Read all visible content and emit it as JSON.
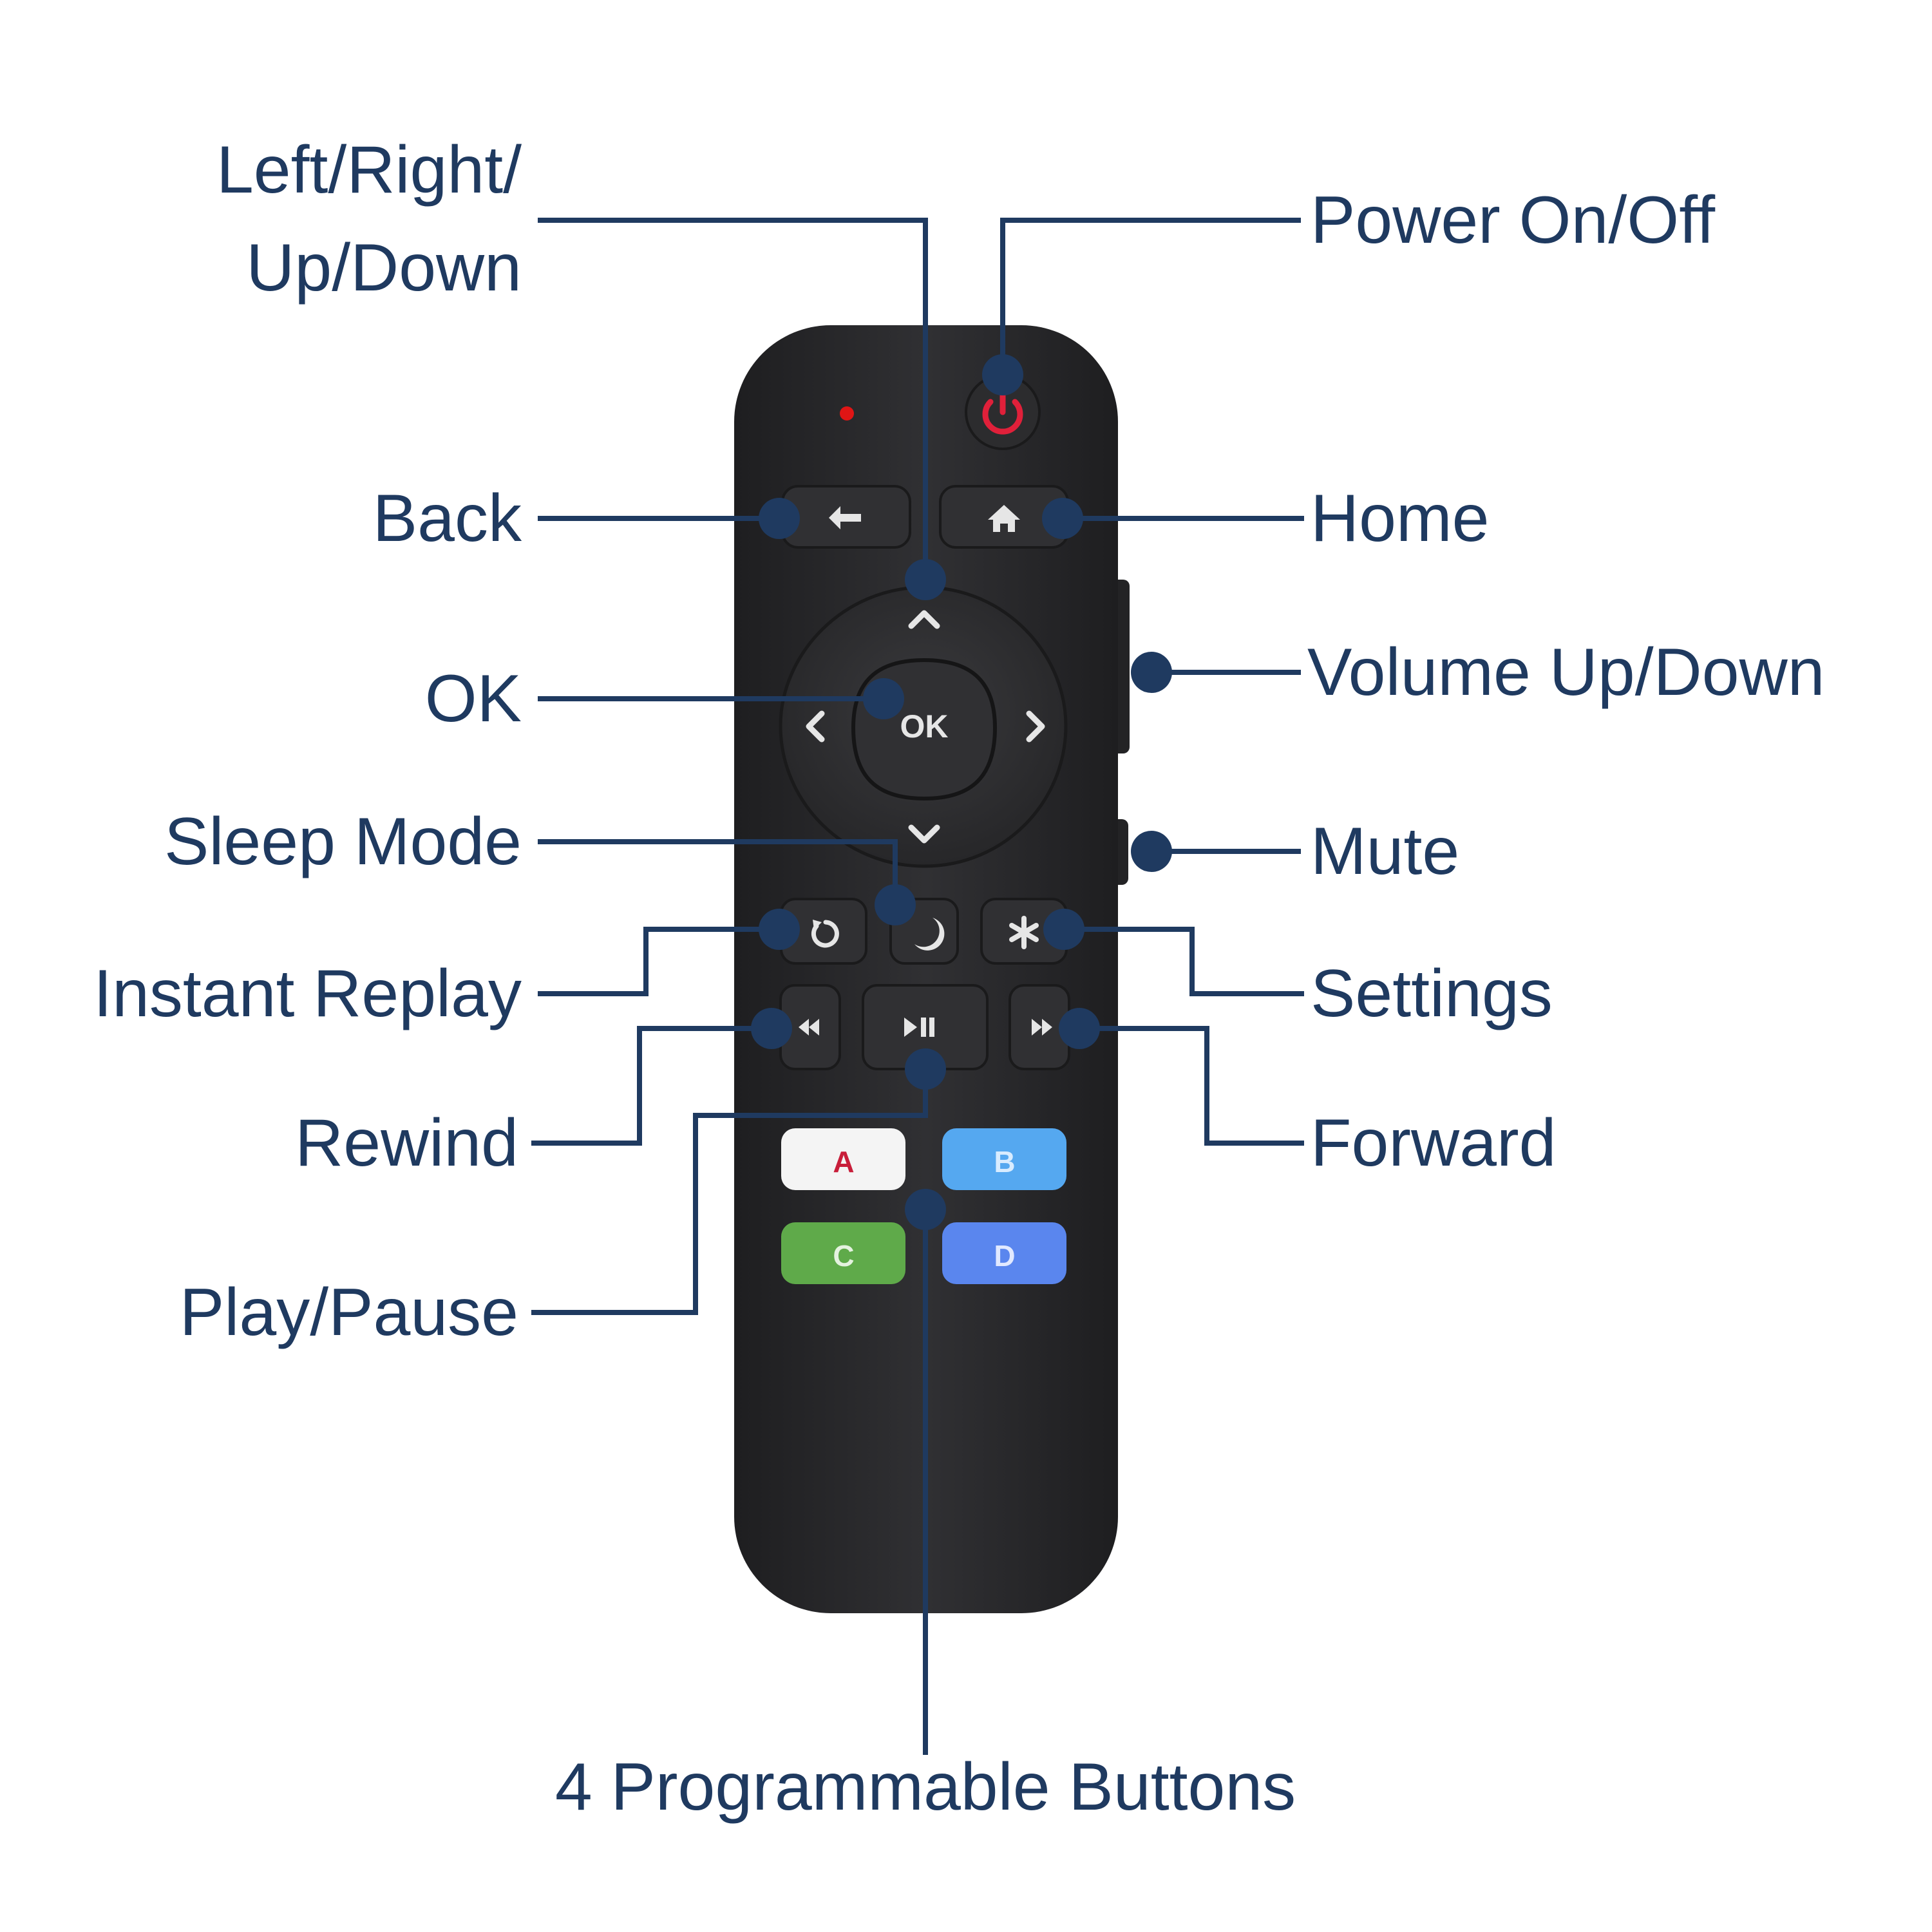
{
  "colors": {
    "label": "#1f3a60",
    "leader_line": "#1f3a60",
    "remote_body": "#2b2b2d",
    "button": "#303033",
    "power_icon": "#e0203a",
    "indicator_led": "#e01515",
    "key_a": "#f4f4f4",
    "key_b": "#55a8f0",
    "key_c": "#5faa4a",
    "key_d": "#5a86ee",
    "key_a_text": "#c81e3a",
    "key_b_text": "#d8ecff",
    "key_c_text": "#e4f2df",
    "key_d_text": "#e1e9ff",
    "button_glyph": "#e6e6e6"
  },
  "labels": {
    "nav_line1": "Left/Right/",
    "nav_line2": "Up/Down",
    "power": "Power On/Off",
    "back": "Back",
    "home": "Home",
    "volume": "Volume Up/Down",
    "ok": "OK",
    "sleep": "Sleep Mode",
    "mute": "Mute",
    "replay": "Instant Replay",
    "settings": "Settings",
    "rewind": "Rewind",
    "forward": "Forward",
    "play_pause": "Play/Pause",
    "programmable": "4 Programmable Buttons"
  },
  "remote": {
    "ok_key": "OK",
    "key_a": "A",
    "key_b": "B",
    "key_c": "C",
    "key_d": "D"
  },
  "icons": {
    "power": "power-icon",
    "back": "back-arrow-icon",
    "home": "home-icon",
    "up": "chevron-up-icon",
    "down": "chevron-down-icon",
    "left": "chevron-left-icon",
    "right": "chevron-right-icon",
    "replay": "instant-replay-icon",
    "sleep": "moon-icon",
    "settings": "asterisk-icon",
    "rewind": "rewind-icon",
    "play_pause": "play-pause-icon",
    "forward": "fast-forward-icon"
  }
}
